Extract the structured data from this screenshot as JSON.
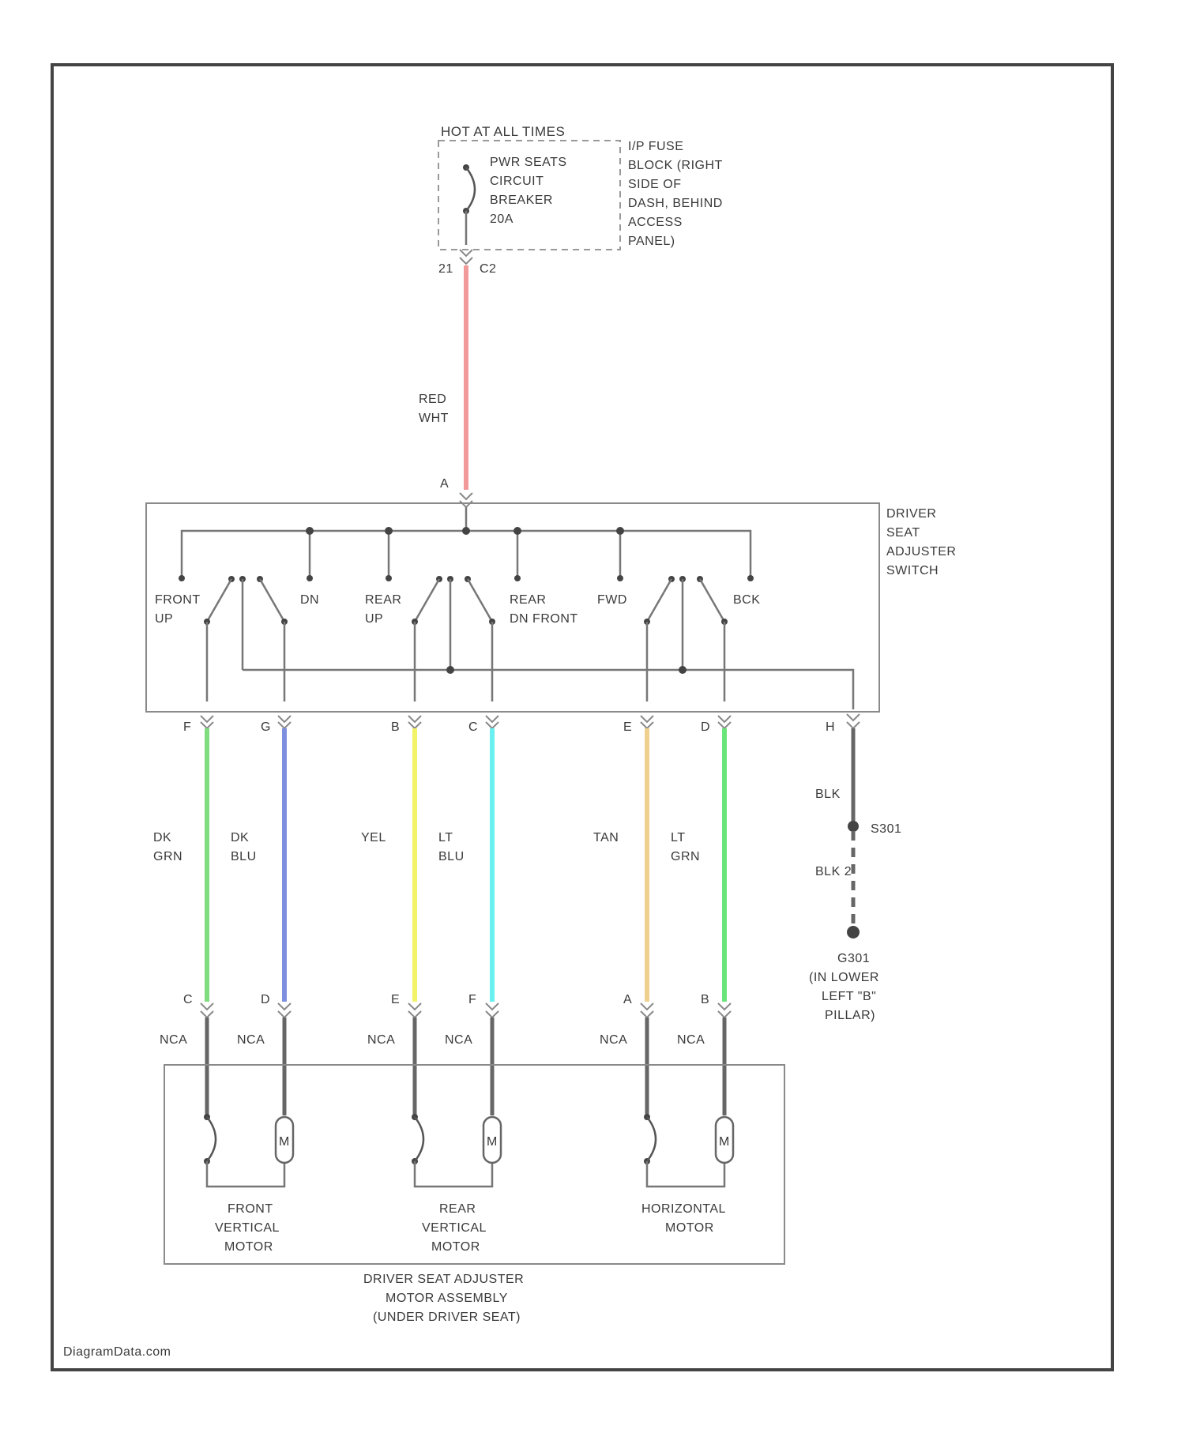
{
  "watermark": "DiagramData.com",
  "power_source": {
    "hot_label": "HOT AT ALL TIMES",
    "breaker_lines": [
      "PWR SEATS",
      "CIRCUIT",
      "BREAKER",
      "20A"
    ],
    "location_lines": [
      "I/P FUSE",
      "BLOCK (RIGHT",
      "SIDE OF",
      "DASH, BEHIND",
      "ACCESS",
      "PANEL)"
    ],
    "pin": "21",
    "connector": "C2"
  },
  "feed_wire": {
    "color_lines": [
      "RED",
      "WHT"
    ],
    "hex": "#f29a9a",
    "pin": "A"
  },
  "switch": {
    "name_lines": [
      "DRIVER",
      "SEAT",
      "ADJUSTER",
      "SWITCH"
    ],
    "contacts": [
      {
        "lines": [
          "FRONT",
          "UP"
        ]
      },
      {
        "lines": [
          "DN"
        ]
      },
      {
        "lines": [
          "REAR",
          "UP"
        ]
      },
      {
        "lines": [
          "REAR",
          "DN FRONT"
        ]
      },
      {
        "lines": [
          "FWD"
        ]
      },
      {
        "lines": [
          "BCK"
        ]
      }
    ]
  },
  "wires": [
    {
      "top_pin": "F",
      "bottom_pin": "C",
      "color_lines": [
        "DK",
        "GRN"
      ],
      "hex": "#7fdc7f",
      "nca": "NCA"
    },
    {
      "top_pin": "G",
      "bottom_pin": "D",
      "color_lines": [
        "DK",
        "BLU"
      ],
      "hex": "#7f8fe0",
      "nca": "NCA"
    },
    {
      "top_pin": "B",
      "bottom_pin": "E",
      "color_lines": [
        "YEL"
      ],
      "hex": "#f3f36a",
      "nca": "NCA"
    },
    {
      "top_pin": "C",
      "bottom_pin": "F",
      "color_lines": [
        "LT",
        "BLU"
      ],
      "hex": "#6af0f0",
      "nca": "NCA"
    },
    {
      "top_pin": "E",
      "bottom_pin": "A",
      "color_lines": [
        "TAN"
      ],
      "hex": "#efd08f",
      "nca": "NCA"
    },
    {
      "top_pin": "D",
      "bottom_pin": "B",
      "color_lines": [
        "LT",
        "GRN"
      ],
      "hex": "#6ae57a",
      "nca": "NCA"
    }
  ],
  "ground": {
    "pin": "H",
    "wire_color": "BLK",
    "wire_color_2": "BLK 2",
    "splice": "S301",
    "ground_lines": [
      "G301",
      "(IN LOWER",
      "LEFT \"B\"",
      "PILLAR)"
    ]
  },
  "motor_assembly": {
    "motors": [
      {
        "lines": [
          "FRONT",
          "VERTICAL",
          "MOTOR"
        ]
      },
      {
        "lines": [
          "REAR",
          "VERTICAL",
          "MOTOR"
        ]
      },
      {
        "lines": [
          "HORIZONTAL",
          "MOTOR"
        ]
      }
    ],
    "motor_symbol": "M",
    "name_lines": [
      "DRIVER SEAT ADJUSTER",
      "MOTOR ASSEMBLY",
      "(UNDER DRIVER SEAT)"
    ]
  }
}
